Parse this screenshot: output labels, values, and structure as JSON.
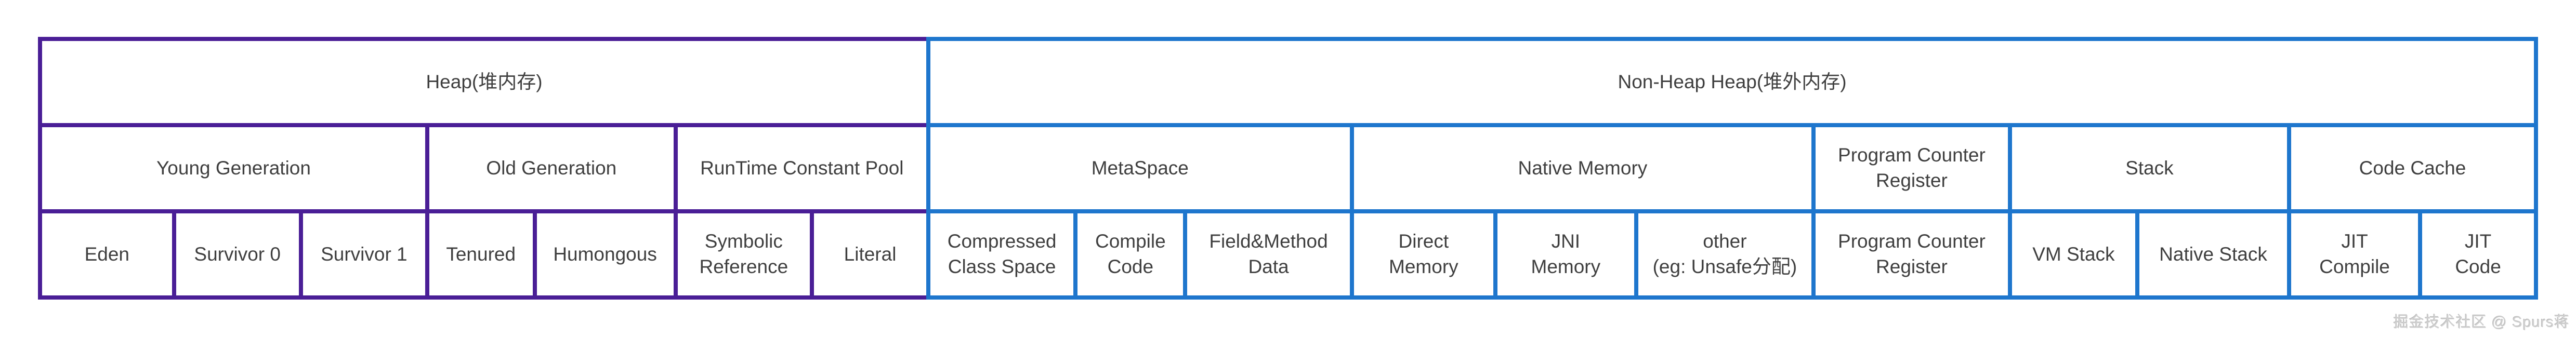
{
  "diagram": {
    "heap": {
      "title": "Heap(堆内存)",
      "border_color": "#4a1e96",
      "level2": [
        "Young Generation",
        "Old Generation",
        "RunTime Constant Pool"
      ],
      "level3": [
        "Eden",
        "Survivor 0",
        "Survivor 1",
        "Tenured",
        "Humongous",
        "Symbolic\nReference",
        "Literal"
      ]
    },
    "non_heap": {
      "title": "Non-Heap Heap(堆外内存)",
      "border_color": "#1e76cd",
      "level2": [
        "MetaSpace",
        "Native Memory",
        "Program Counter\nRegister",
        "Stack",
        "Code Cache"
      ],
      "level3": [
        "Compressed\nClass Space",
        "Compile\nCode",
        "Field&Method\nData",
        "Direct\nMemory",
        "JNI\nMemory",
        "other\n(eg: Unsafe分配)",
        "Program Counter\nRegister",
        "VM Stack",
        "Native Stack",
        "JIT\nCompile",
        "JIT\nCode"
      ]
    }
  },
  "watermark": "掘金技术社区 @ Spurs蒋"
}
